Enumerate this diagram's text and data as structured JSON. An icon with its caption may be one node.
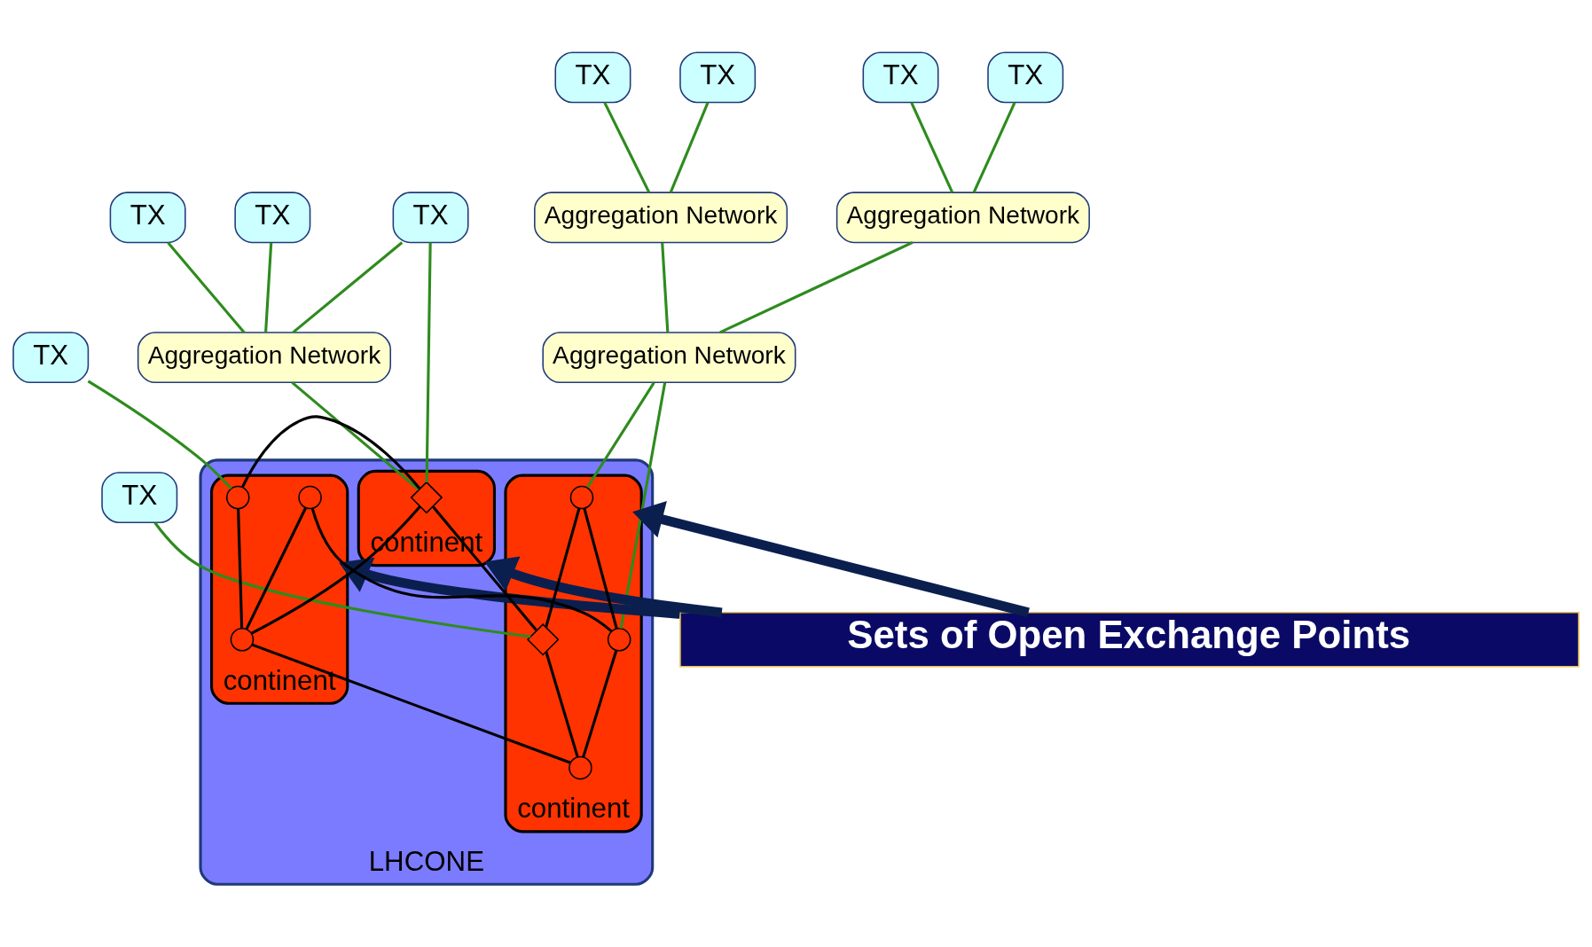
{
  "diagram": {
    "nodes": [
      {
        "text": [
          "TX"
        ]
      },
      {
        "text": [
          "TX"
        ]
      },
      {
        "text": [
          "TX"
        ]
      },
      {
        "text": [
          "TX"
        ]
      },
      {
        "text": [
          "TX"
        ]
      },
      {
        "text": [
          "TX"
        ]
      },
      {
        "text": [
          "TX"
        ]
      },
      {
        "text": [
          "TX"
        ]
      },
      {
        "text": [
          "TX"
        ]
      },
      {
        "text": [
          "Aggregation Network"
        ]
      },
      {
        "text": [
          "Aggregation Network"
        ]
      },
      {
        "text": [
          "Aggregation Network"
        ]
      },
      {
        "text": [
          "Aggregation Network"
        ]
      },
      {
        "text": [
          "Sets of Open Exchange Points"
        ]
      },
      {
        "text": [
          "LHCONE"
        ]
      },
      {
        "text": [
          "continent"
        ],
        "in": 14
      },
      {
        "text": [],
        "shape": "circle",
        "in": 15
      },
      {
        "text": [],
        "shape": "circle",
        "in": 15
      },
      {
        "text": [],
        "shape": "diamond",
        "in": 15
      },
      {
        "text": [],
        "shape": "circle",
        "in": 15
      },
      {
        "text": [
          "continent"
        ],
        "in": 14
      },
      {
        "text": [],
        "shape": "circle",
        "in": 20
      },
      {
        "text": [],
        "shape": "circle",
        "in": 20
      },
      {
        "text": [],
        "shape": "circle",
        "in": 20
      },
      {
        "text": [
          "continent"
        ],
        "in": 14
      },
      {
        "text": [],
        "shape": "diamond",
        "in": 24
      }
    ],
    "edges": [
      {
        "from": 0,
        "to": 18,
        "arrow": "none"
      },
      {
        "from": 1,
        "to": 9,
        "arrow": "none"
      },
      {
        "from": 2,
        "to": 9,
        "arrow": "none"
      },
      {
        "from": 3,
        "to": 10,
        "arrow": "none"
      },
      {
        "from": 4,
        "to": 10,
        "arrow": "none"
      },
      {
        "from": 9,
        "to": 11,
        "arrow": "none"
      },
      {
        "from": 10,
        "to": 11,
        "arrow": "none"
      },
      {
        "from": 11,
        "to": 16,
        "arrow": "none"
      },
      {
        "from": 11,
        "to": 17,
        "arrow": "none"
      },
      {
        "from": 5,
        "to": 22,
        "arrow": "none"
      },
      {
        "from": 6,
        "to": 12,
        "arrow": "none"
      },
      {
        "from": 7,
        "to": 12,
        "arrow": "none"
      },
      {
        "from": 8,
        "to": 12,
        "arrow": "none"
      },
      {
        "from": 12,
        "to": 25,
        "arrow": "none"
      },
      {
        "from": 8,
        "to": 25,
        "arrow": "none"
      },
      {
        "from": 16,
        "to": 17,
        "arrow": "none",
        "color": "#000000"
      },
      {
        "from": 16,
        "to": 18,
        "arrow": "none",
        "color": "#000000"
      },
      {
        "from": 17,
        "to": 19,
        "arrow": "none",
        "color": "#000000"
      },
      {
        "from": 18,
        "to": 19,
        "arrow": "none",
        "color": "#000000"
      },
      {
        "from": 17,
        "to": 21,
        "arrow": "none",
        "color": "#000000"
      },
      {
        "from": 21,
        "to": 23,
        "arrow": "none",
        "color": "#000000"
      },
      {
        "from": 22,
        "to": 23,
        "arrow": "none",
        "color": "#000000"
      },
      {
        "from": 22,
        "to": 25,
        "arrow": "none",
        "color": "#000000"
      },
      {
        "from": 19,
        "to": 23,
        "arrow": "none",
        "color": "#000000"
      },
      {
        "from": 23,
        "to": 25,
        "arrow": "none",
        "color": "#000000"
      },
      {
        "from": 18,
        "to": 25,
        "arrow": "none",
        "color": "#000000"
      },
      {
        "from": 13,
        "to": 15,
        "arrow": "to",
        "style": "thick",
        "color": "#0b1f4f"
      },
      {
        "from": 13,
        "to": 20,
        "arrow": "to",
        "style": "thick",
        "color": "#0b1f4f"
      },
      {
        "from": 13,
        "to": 24,
        "arrow": "to",
        "style": "thick",
        "color": "#0b1f4f"
      }
    ]
  }
}
